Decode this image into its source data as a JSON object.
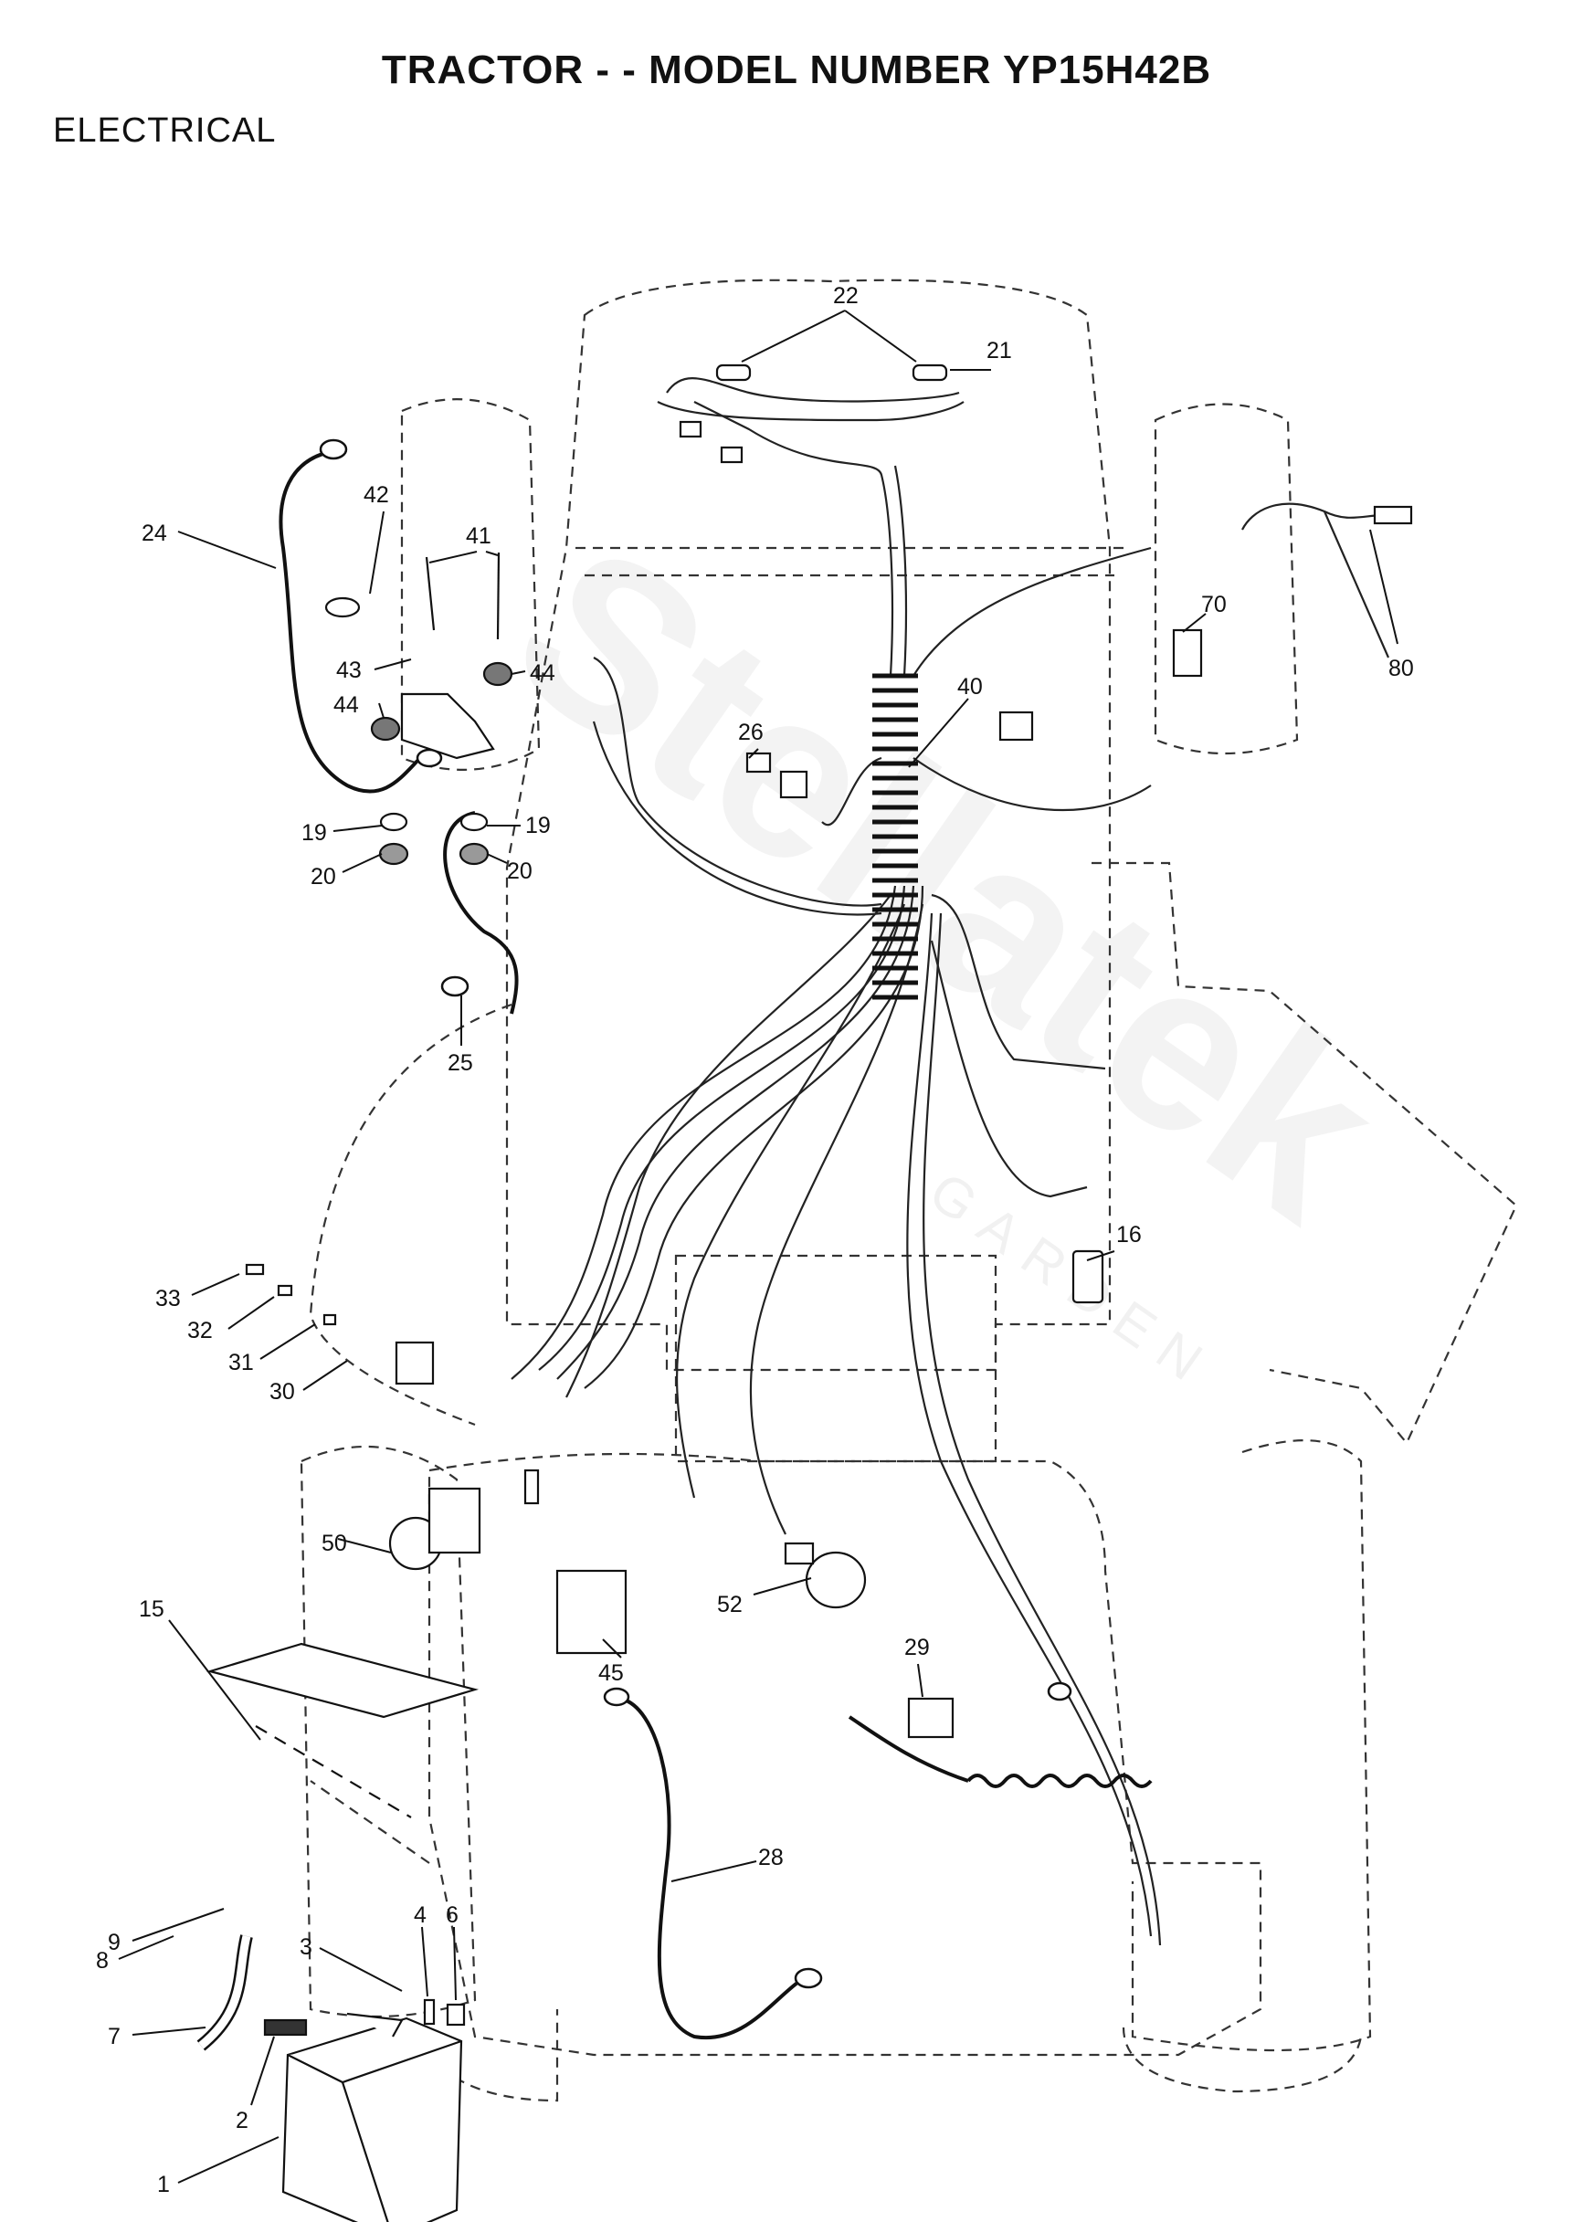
{
  "header": {
    "title": "TRACTOR - - MODEL NUMBER YP15H42B",
    "section": "ELECTRICAL"
  },
  "watermark": {
    "brand": "Stellatek",
    "sub": "GARDEN"
  },
  "callouts": {
    "c1": "1",
    "c2": "2",
    "c3": "3",
    "c4": "4",
    "c6": "6",
    "c7": "7",
    "c8": "8",
    "c9": "9",
    "c15": "15",
    "c16": "16",
    "c19a": "19",
    "c19b": "19",
    "c20a": "20",
    "c20b": "20",
    "c21": "21",
    "c22": "22",
    "c24": "24",
    "c25": "25",
    "c26": "26",
    "c28": "28",
    "c29": "29",
    "c30": "30",
    "c31": "31",
    "c32": "32",
    "c33": "33",
    "c40": "40",
    "c41": "41",
    "c42": "42",
    "c43": "43",
    "c44a": "44",
    "c44b": "44",
    "c45": "45",
    "c50": "50",
    "c52": "52",
    "c70": "70",
    "c80": "80"
  },
  "colors": {
    "ink": "#111111",
    "outline": "#333333",
    "paper": "#ffffff"
  }
}
